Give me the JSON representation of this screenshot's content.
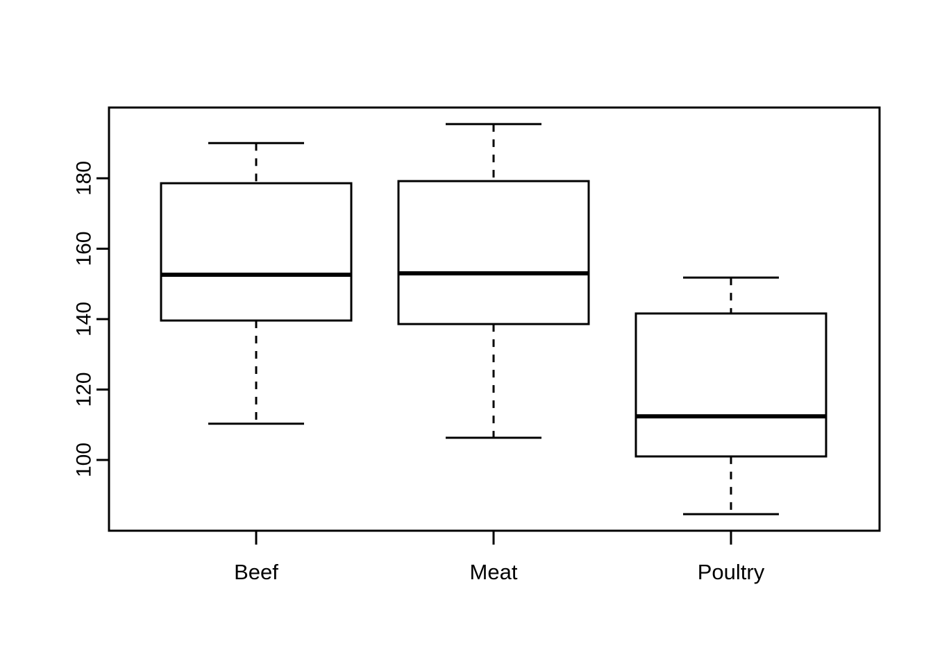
{
  "chart_data": {
    "type": "box",
    "title": "",
    "xlabel": "",
    "ylabel": "",
    "categories": [
      "Beef",
      "Meat",
      "Poultry"
    ],
    "ytick_labels": [
      "100",
      "120",
      "140",
      "160",
      "180"
    ],
    "ytick_values": [
      100,
      120,
      140,
      160,
      180
    ],
    "ylim": [
      84.6,
      195.4
    ],
    "grid": false,
    "legend": null,
    "box_style": {
      "fill_color": "#ffffff",
      "border_color": "#000000",
      "median_color": "#000000",
      "whisker_style": "dashed",
      "outliers_shown": false
    },
    "boxes": [
      {
        "category": "Beef",
        "whisker_low": 110.3,
        "q1": 139.6,
        "median": 152.6,
        "q3": 178.6,
        "whisker_high": 190.0,
        "outliers": []
      },
      {
        "category": "Meat",
        "whisker_low": 106.3,
        "q1": 138.6,
        "median": 153.0,
        "q3": 179.2,
        "whisker_high": 195.4,
        "outliers": []
      },
      {
        "category": "Poultry",
        "whisker_low": 84.6,
        "q1": 101.0,
        "median": 112.4,
        "q3": 141.6,
        "whisker_high": 151.8,
        "outliers": []
      }
    ]
  },
  "plot": {
    "background_color": "#ffffff",
    "foreground_color": "#000000"
  }
}
